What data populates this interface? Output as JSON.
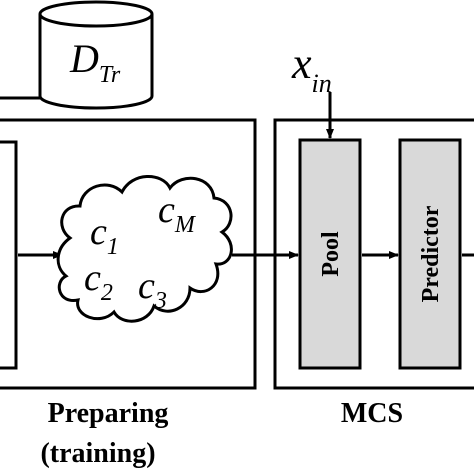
{
  "database": {
    "main": "D",
    "subscript": "Tr"
  },
  "input_label": {
    "main": "x",
    "subscript": "in"
  },
  "classifiers": [
    {
      "main": "c",
      "subscript": "1"
    },
    {
      "main": "c",
      "subscript": "M"
    },
    {
      "main": "c",
      "subscript": "2"
    },
    {
      "main": "c",
      "subscript": "3"
    }
  ],
  "mcs": {
    "pool_label": "Pool",
    "predictor_label": "Predictor",
    "caption": "MCS"
  },
  "preparing": {
    "caption_line1": "Preparing",
    "caption_line2": "(training)"
  },
  "colors": {
    "stroke": "#000000",
    "module_fill": "#d9d9d9",
    "background": "#ffffff"
  }
}
